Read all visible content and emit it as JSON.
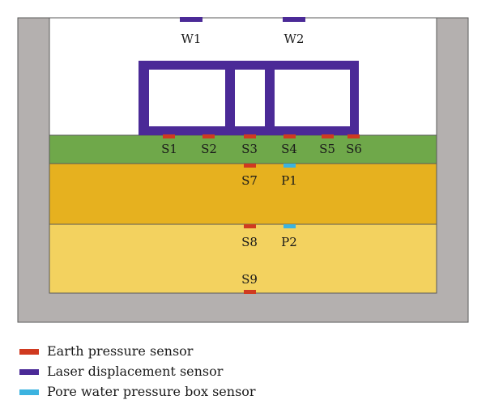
{
  "diagram": {
    "colors": {
      "tank_wall": "#b4b0af",
      "tank_outline": "#5a5a5a",
      "top_layer": "#6fa84a",
      "middle_layer": "#e6b11f",
      "bottom_layer": "#f3d25f",
      "frame": "#4b2a97",
      "earth_sensor": "#d03a20",
      "laser_sensor": "#4b2a97",
      "pore_sensor": "#3cb3e0"
    },
    "laser_sensors": [
      "W1",
      "W2"
    ],
    "earth_sensors_top": [
      "S1",
      "S2",
      "S3",
      "S4",
      "S5",
      "S6"
    ],
    "earth_sensors_mid": [
      "S7"
    ],
    "earth_sensors_low": [
      "S8"
    ],
    "earth_sensors_bottom": [
      "S9"
    ],
    "pore_sensors": [
      "P1",
      "P2"
    ]
  },
  "legend": {
    "items": [
      {
        "label": "Earth pressure sensor",
        "icon": "earth-pressure-swatch"
      },
      {
        "label": "Laser displacement sensor",
        "icon": "laser-displacement-swatch"
      },
      {
        "label": "Pore water pressure box sensor",
        "icon": "pore-water-swatch"
      }
    ]
  }
}
